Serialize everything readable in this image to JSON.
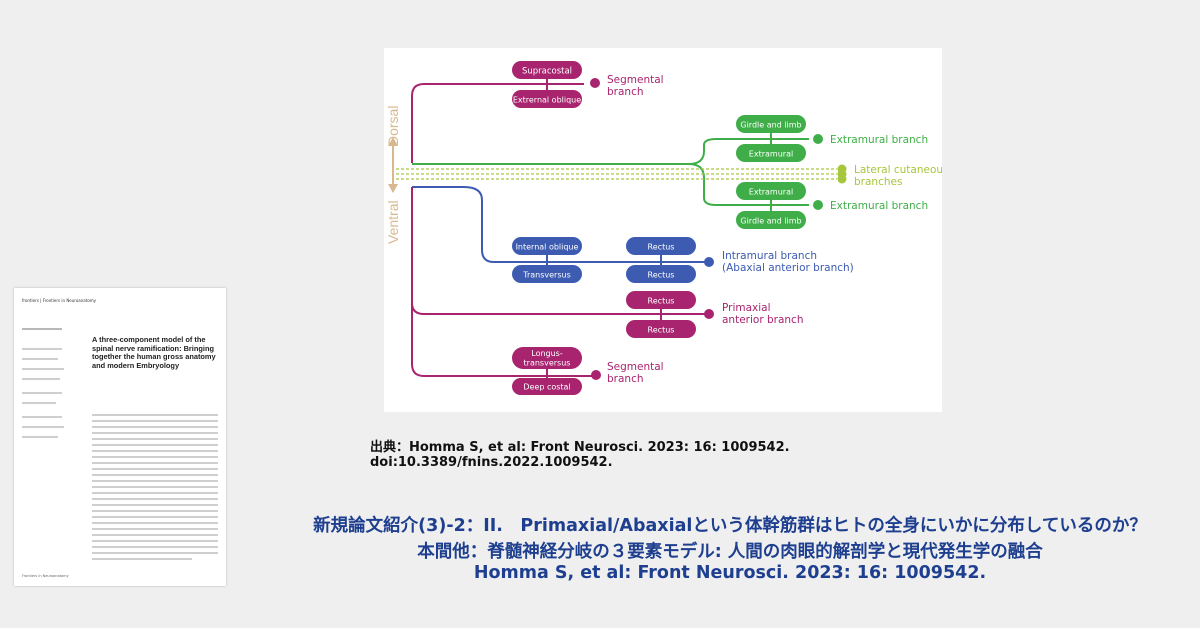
{
  "diagram": {
    "colors": {
      "magenta": "#a8246f",
      "green": "#3fae49",
      "lime": "#a6c63c",
      "blue": "#3c5bb1",
      "orange": "#d8b98f"
    },
    "axis": {
      "dorsal": "Dorsal",
      "ventral": "Ventral"
    },
    "boxes": {
      "supracostal": "Supracostal",
      "external_oblique": "Extrernal oblique",
      "girdle_limb_top": "Girdle and limb",
      "extramural_top": "Extramural",
      "extramural_bottom": "Extramural",
      "girdle_limb_bottom": "Girdle and limb",
      "internal_oblique": "Internal oblique",
      "transversus": "Transversus",
      "rectus_blue_1": "Rectus",
      "rectus_blue_2": "Rectus",
      "rectus_mag_1": "Rectus",
      "rectus_mag_2": "Rectus",
      "longus_line1": "Longus-",
      "longus_line2": "transversus",
      "deep_costal": "Deep costal"
    },
    "labels": {
      "segmental_top_1": "Segmental",
      "segmental_top_2": "branch",
      "extramural_branch_top": "Extramural branch",
      "lateral_1": "Lateral cutaneous",
      "lateral_2": "branches",
      "extramural_branch_bottom": "Extramural branch",
      "intramural_1": "Intramural branch",
      "intramural_2": "(Abaxial anterior branch)",
      "primaxial_1": "Primaxial",
      "primaxial_2": "anterior branch",
      "segmental_bottom_1": "Segmental",
      "segmental_bottom_2": "branch"
    }
  },
  "paper": {
    "logo": "frontiers | Frontiers in Neuroanatomy",
    "title": "A three-component model of the spinal nerve ramification: Bringing together the human gross anatomy and modern Embryology",
    "footer": "Frontiers in Neuroanatomy"
  },
  "caption": "出典：Homma S, et al: Front Neurosci. 2023: 16: 1009542. doi:10.3389/fnins.2022.1009542.",
  "headline": {
    "line1": "新規論文紹介(3)-2：II.　Primaxial/Abaxialという体幹筋群はヒトの全身にいかに分布しているのか？",
    "line2": "本間他：脊髄神経分岐の３要素モデル: 人間の肉眼的解剖学と現代発生学の融合",
    "line3": "Homma S, et al: Front Neurosci. 2023: 16: 1009542."
  }
}
